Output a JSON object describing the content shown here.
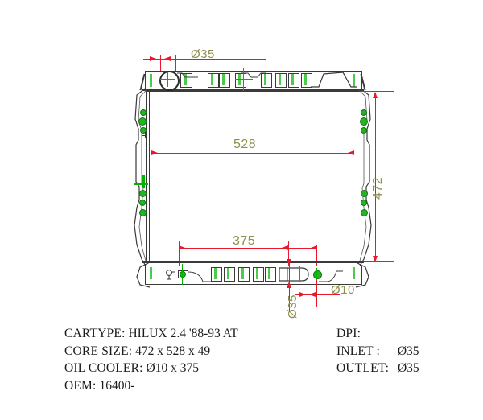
{
  "drawing": {
    "title": "Radiator technical drawing",
    "dimensions": {
      "filler_diameter": "Ø35",
      "core_width": "528",
      "core_height": "472",
      "oil_cooler_span": "375",
      "oil_cooler_diameter": "Ø10",
      "outlet_diameter": "Ø35"
    },
    "colors": {
      "dimension_line": "#e8192c",
      "dimension_text": "#8f8f4e",
      "centerline": "#00b400",
      "outline": "#3a3a3a",
      "background": "#ffffff"
    }
  },
  "specs": {
    "left": [
      {
        "label": "CARTYPE:",
        "value": "HILUX 2.4 '88-93 AT"
      },
      {
        "label": "CORE SIZE:",
        "value": "472 x 528 x 49"
      },
      {
        "label": "OIL COOLER:",
        "value": "Ø10 x 375"
      },
      {
        "label": "OEM:",
        "value": "16400-"
      }
    ],
    "right": [
      {
        "label": "DPI:",
        "value": ""
      },
      {
        "label": "INLET :",
        "value": "Ø35"
      },
      {
        "label": "OUTLET:",
        "value": "Ø35"
      }
    ]
  },
  "footer": {
    "faint_text": ""
  }
}
